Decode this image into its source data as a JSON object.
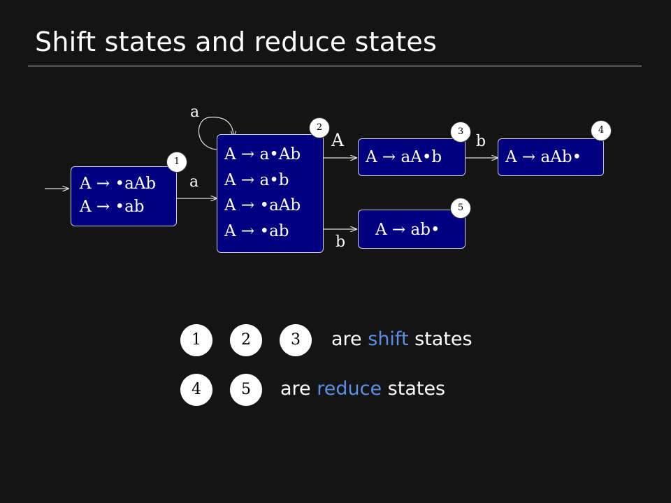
{
  "slide": {
    "title": "Shift states and reduce states"
  },
  "states": [
    {
      "id": "1",
      "lines": [
        "A  →  •aAb",
        "A  →  •ab"
      ]
    },
    {
      "id": "2",
      "lines": [
        "A  →  a•Ab",
        "A  →  a•b",
        "A  →  •aAb",
        "A  →  •ab"
      ]
    },
    {
      "id": "3",
      "lines": [
        "A  →  aA•b"
      ]
    },
    {
      "id": "4",
      "lines": [
        "A  →  aAb•"
      ]
    },
    {
      "id": "5",
      "lines": [
        "A  →  ab•"
      ]
    }
  ],
  "edges": {
    "loop_2": "a",
    "e1_2": "a",
    "e2_3": "A",
    "e3_4": "b",
    "e2_5": "b"
  },
  "legend": {
    "shift_ids": [
      "1",
      "2",
      "3"
    ],
    "shift_text_pre": "are ",
    "shift_word": "shift",
    "shift_text_post": " states",
    "reduce_ids": [
      "4",
      "5"
    ],
    "reduce_text_pre": "are ",
    "reduce_word": "reduce",
    "reduce_text_post": " states"
  },
  "colors": {
    "accent": "#5b8fe6",
    "state_fill": "#000080",
    "background": "#141414"
  }
}
